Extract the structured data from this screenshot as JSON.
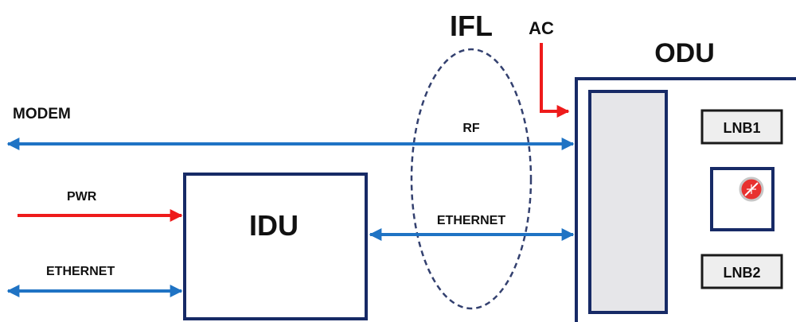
{
  "colors": {
    "box_stroke": "#172a66",
    "link_arrow": "#1f73c4",
    "power_arrow": "#ee1b1b",
    "ifl_ellipse": "#33406f",
    "panel_fill": "#e6e6e9",
    "module_fill": "#eeeeee",
    "module_stroke": "#1a1a1a",
    "dial": "#e8312f"
  },
  "labels": {
    "ifl": "IFL",
    "ac": "AC",
    "odu": "ODU",
    "modem": "MODEM",
    "rf": "RF",
    "pwr": "PWR",
    "idu": "IDU",
    "ethernet_ifl": "ETHERNET",
    "ethernet_left": "ETHERNET",
    "lnb1": "LNB1",
    "lnb2": "LNB2"
  },
  "icons": {
    "dial": "rotary-dial-icon"
  }
}
